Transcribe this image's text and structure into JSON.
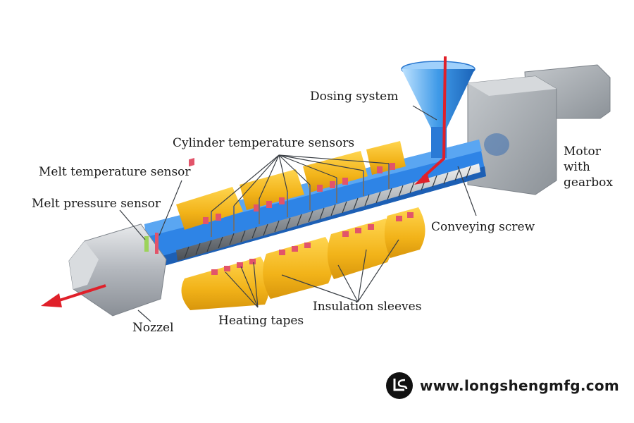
{
  "labels": {
    "dosing_system": "Dosing system",
    "cylinder_temperature_sensors": "Cylinder temperature sensors",
    "melt_temperature_sensor": "Melt temperature sensor",
    "melt_pressure_sensor": "Melt pressure sensor",
    "motor_with_gearbox": "Motor with gearbox",
    "conveying_screw": "Conveying screw",
    "insulation_sleeves": "Insulation sleeves",
    "heating_tapes": "Heating tapes",
    "nozzel": "Nozzel"
  },
  "watermark": {
    "url": "www.longshengmfg.com",
    "logo_icon": "longsheng-logo-icon"
  },
  "colors": {
    "barrel": "#2e84e6",
    "barrel_dark": "#1d5fb4",
    "sleeve": "#f2b319",
    "heating_tape": "#e2546a",
    "flow_arrow": "#e0202a",
    "metal": "#b8bcc2",
    "motor": "#9aa0a6"
  }
}
